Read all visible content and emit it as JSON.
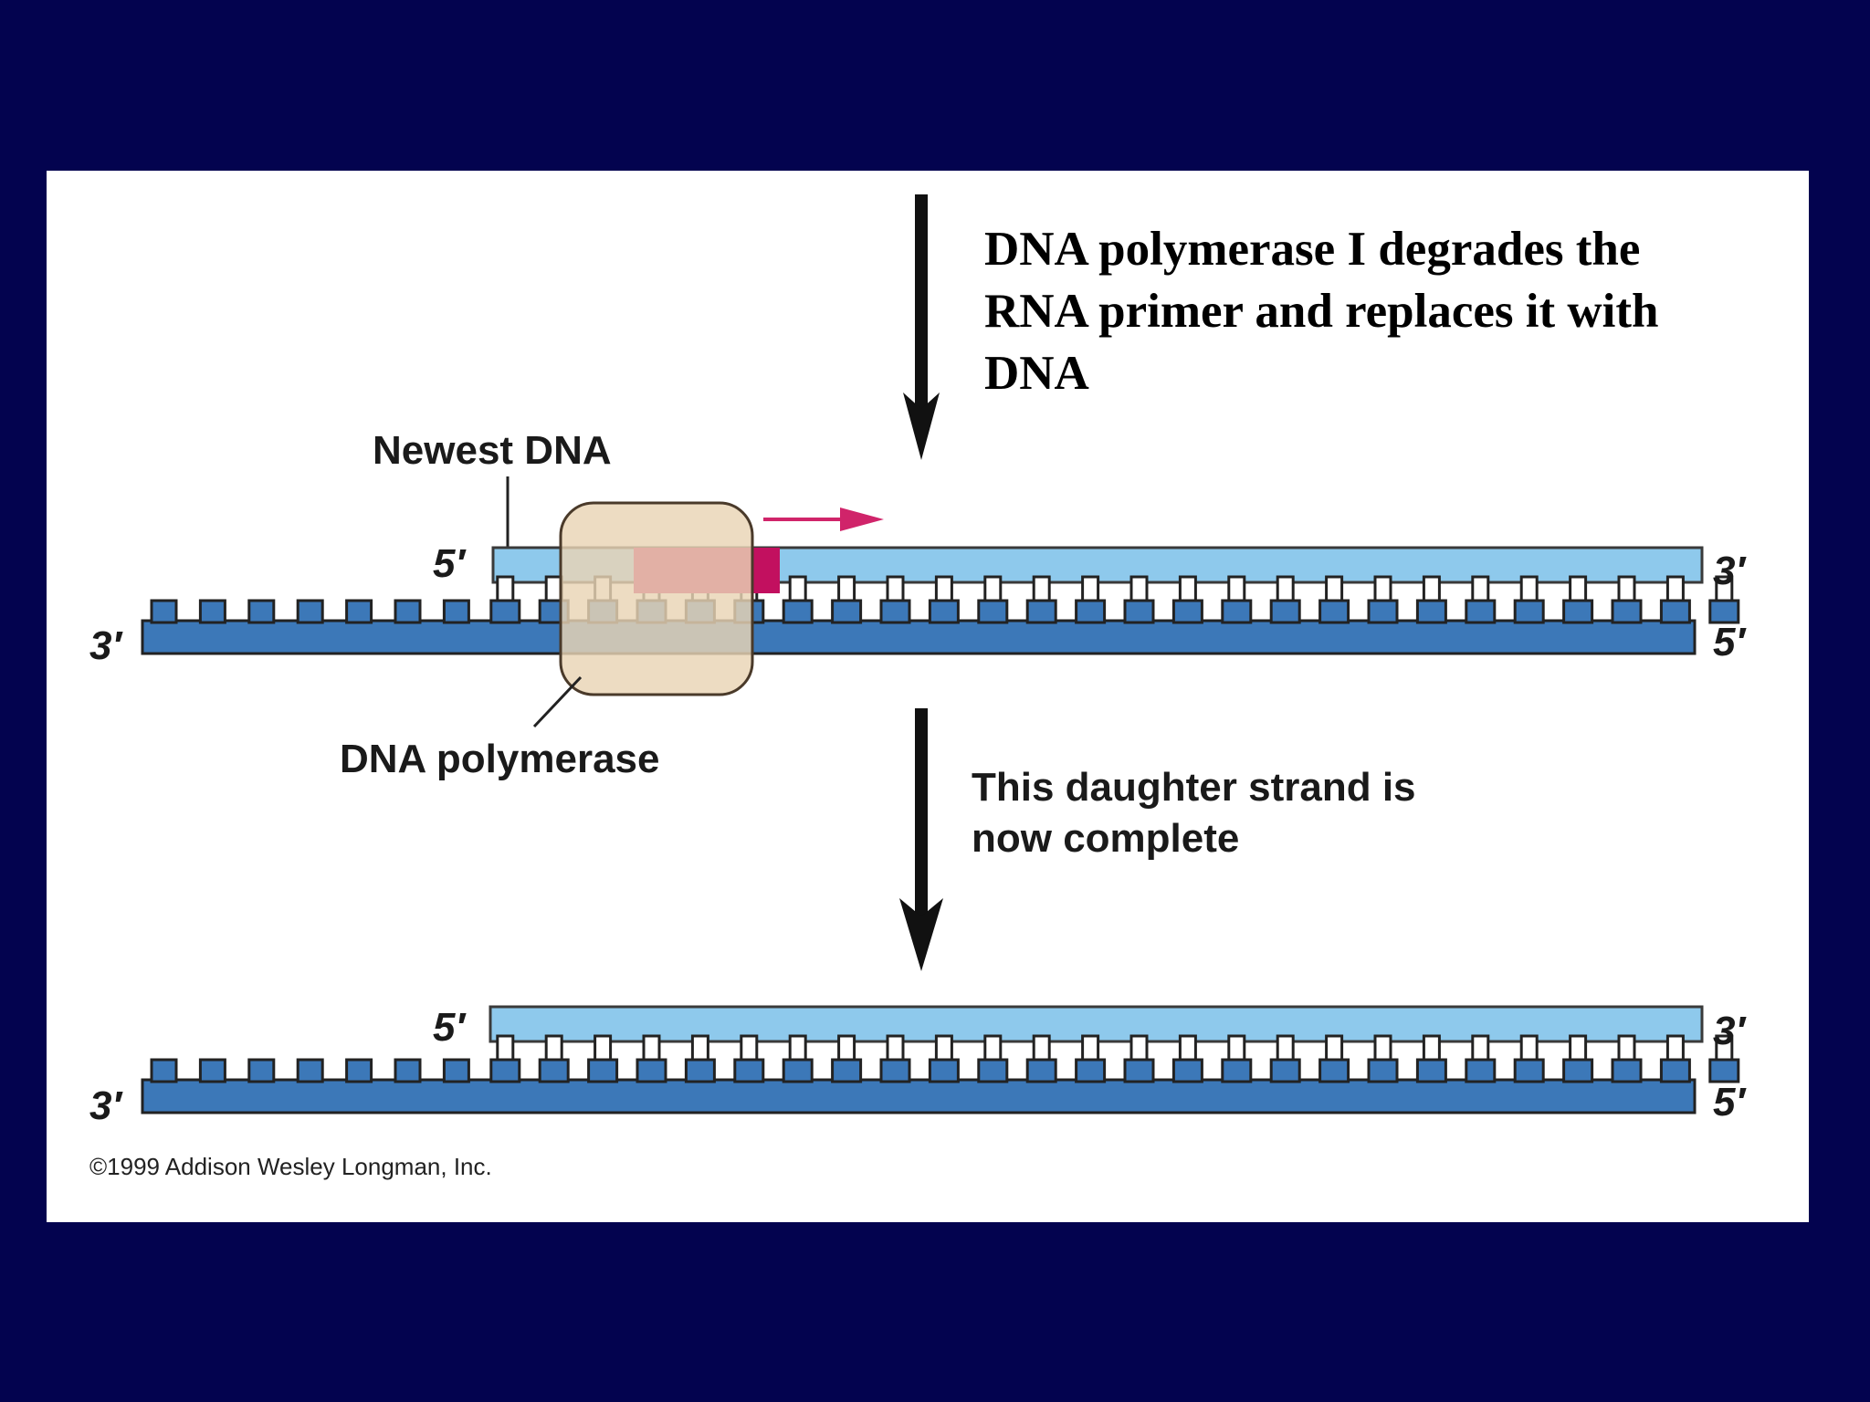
{
  "caption_top": [
    "DNA polymerase I degrades the",
    "RNA primer and replaces it with",
    "DNA"
  ],
  "caption_middle": [
    "This daughter strand is",
    "now complete"
  ],
  "labels": {
    "newest_dna": "Newest DNA",
    "dna_polymerase": "DNA polymerase",
    "copyright": "©1999 Addison Wesley Longman, Inc."
  },
  "ends": {
    "top_new_left": "5′",
    "top_new_right": "3′",
    "top_template_left": "3′",
    "top_template_right": "5′",
    "bottom_new_left": "5′",
    "bottom_new_right": "3′",
    "bottom_template_left": "3′",
    "bottom_template_right": "5′"
  },
  "colors": {
    "background": "#03034f",
    "panel": "#ffffff",
    "template_strand": "#3c78b8",
    "new_strand": "#8ec9ec",
    "rna_primer": "#c2105f",
    "polymerase": "#e9d4b4",
    "direction_arrow": "#d0246a"
  },
  "diagram": {
    "template_teeth_count": 33,
    "template_left_open_teeth": 7,
    "polymerase_arrow_direction": "right"
  }
}
